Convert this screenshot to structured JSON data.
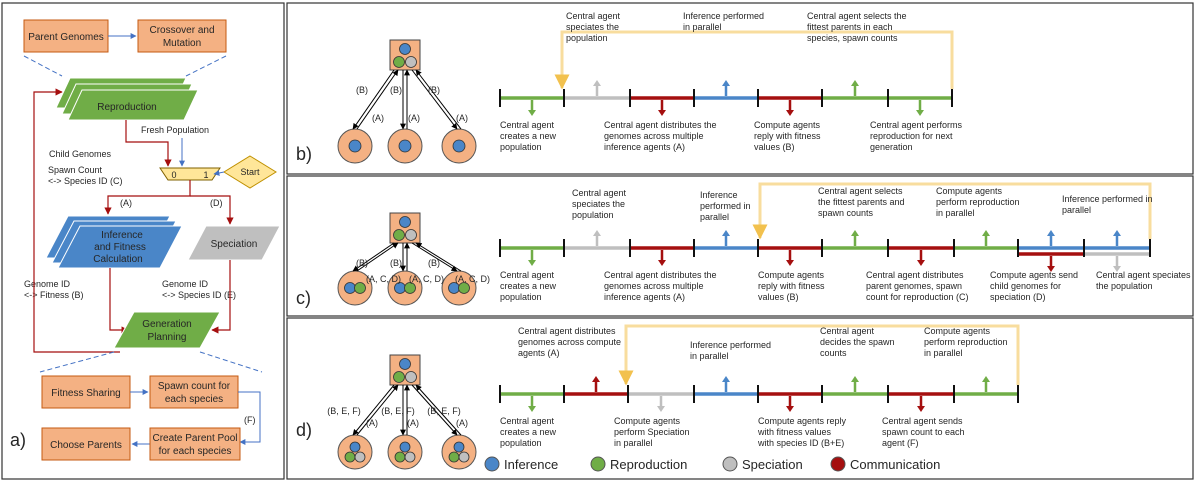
{
  "panel_a": {
    "label": "a)",
    "parent_genomes": "Parent Genomes",
    "crossover": [
      "Crossover and",
      "Mutation"
    ],
    "reproduction": "Reproduction",
    "fresh_population": "Fresh Population",
    "child_genomes": "Child Genomes",
    "spawn_count": [
      "Spawn Count",
      "<-> Species ID (C)"
    ],
    "mux_0": "0",
    "mux_1": "1",
    "start": "Start",
    "branch_a": "(A)",
    "branch_d": "(D)",
    "inference": [
      "Inference",
      "and Fitness",
      "Calculation"
    ],
    "speciation": "Speciation",
    "genome_fitness": [
      "Genome ID",
      "<-> Fitness (B)"
    ],
    "genome_species": [
      "Genome ID",
      "<-> Species ID (E)"
    ],
    "generation_planning": [
      "Generation",
      "Planning"
    ],
    "fitness_sharing": "Fitness Sharing",
    "spawn_each": [
      "Spawn count for",
      "each species"
    ],
    "f_label": "(F)",
    "choose_parents": "Choose Parents",
    "parent_pool": [
      "Create Parent Pool",
      "for each species"
    ]
  },
  "panel_b": {
    "label": "b)",
    "links": [
      "(B)",
      "(A)",
      "(B)",
      "(A)",
      "(B)",
      "(A)"
    ],
    "ann_top": [
      [
        "Central agent",
        "speciates the",
        "population"
      ],
      [
        "Inference performed",
        "in parallel"
      ],
      [
        "Central agent selects the",
        "fittest parents in each",
        "species, spawn counts"
      ]
    ],
    "ann_bottom": [
      [
        "Central agent",
        "creates a new",
        "population"
      ],
      [
        "Central agent distributes the",
        "genomes across multiple",
        "inference agents (A)"
      ],
      [
        "Compute agents",
        "reply with fitness",
        "values (B)"
      ],
      [
        "Central agent performs",
        "reproduction for next",
        "generation"
      ]
    ]
  },
  "panel_c": {
    "label": "c)",
    "links": [
      "(B)",
      "(A, C, D)",
      "(B)",
      "(A, C, D)",
      "(B)",
      "(A, C, D)"
    ],
    "ann_top": [
      [
        "Central agent",
        "speciates the",
        "population"
      ],
      [
        "Inference",
        "performed in",
        "parallel"
      ],
      [
        "Central agent selects",
        "the fittest parents and",
        "spawn counts"
      ],
      [
        "Compute agents",
        "perform reproduction",
        "in parallel"
      ],
      [
        "Inference performed in",
        "parallel"
      ]
    ],
    "ann_bottom": [
      [
        "Central agent",
        "creates a new",
        "population"
      ],
      [
        "Central agent distributes the",
        "genomes across multiple",
        "inference agents (A)"
      ],
      [
        "Compute agents",
        "reply with fitness",
        "values (B)"
      ],
      [
        "Central agent distributes",
        "parent genomes, spawn",
        "count for reproduction (C)"
      ],
      [
        "Compute agents send",
        "child genomes for",
        "speciation (D)"
      ],
      [
        "Central agent speciates",
        "the population"
      ]
    ]
  },
  "panel_d": {
    "label": "d)",
    "links": [
      "(B, E, F)",
      "(A)",
      "(B, E, F)",
      "(A)",
      "(B, E, F)",
      "(A)"
    ],
    "ann_top": [
      [
        "Central agent distributes",
        "genomes across compute",
        "agents (A)"
      ],
      [
        "Inference performed",
        "in parallel"
      ],
      [
        "Central agent",
        "decides the spawn",
        "counts"
      ],
      [
        "Compute agents",
        "perform reproduction",
        "in parallel"
      ]
    ],
    "ann_bottom": [
      [
        "Central agent",
        "creates a new",
        "population"
      ],
      [
        "Compute agents",
        "perform Speciation",
        "in parallel"
      ],
      [
        "Compute agents reply",
        "with fitness values",
        "with species ID (B+E)"
      ],
      [
        "Central agent sends",
        "spawn count to each",
        "agent (F)"
      ]
    ]
  },
  "legend": [
    "Inference",
    "Reproduction",
    "Speciation",
    "Communication"
  ],
  "colors": {
    "inference": "#4a86c8",
    "reproduction": "#70ad47",
    "speciation": "#bfbfbf",
    "communication": "#a50f0f",
    "box": "#f4b183",
    "loop": "#f7dc9c"
  }
}
